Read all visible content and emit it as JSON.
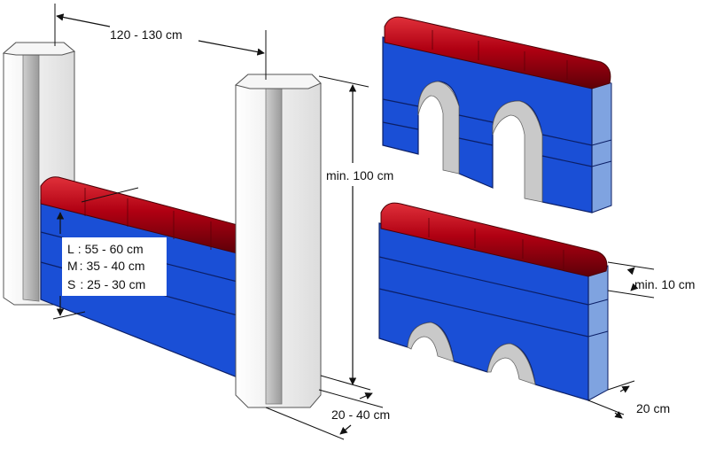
{
  "labels": {
    "post_spacing": "120 - 130 cm",
    "post_height": "min. 100 cm",
    "post_depth": "20 - 40 cm",
    "coping_height": "min. 10 cm",
    "wall_depth": "20 cm"
  },
  "size_table": [
    {
      "size": "L",
      "range": ": 55 - 60 cm"
    },
    {
      "size": "M",
      "range": ": 35 - 40 cm"
    },
    {
      "size": "S",
      "range": ": 25 - 30 cm"
    }
  ],
  "colors": {
    "wall_blue_front": "#1a4fd6",
    "wall_blue_side": "#7fa3e0",
    "coping_red": "#b00012",
    "post_white": "#ececec",
    "post_shade": "#bdbdbd"
  }
}
